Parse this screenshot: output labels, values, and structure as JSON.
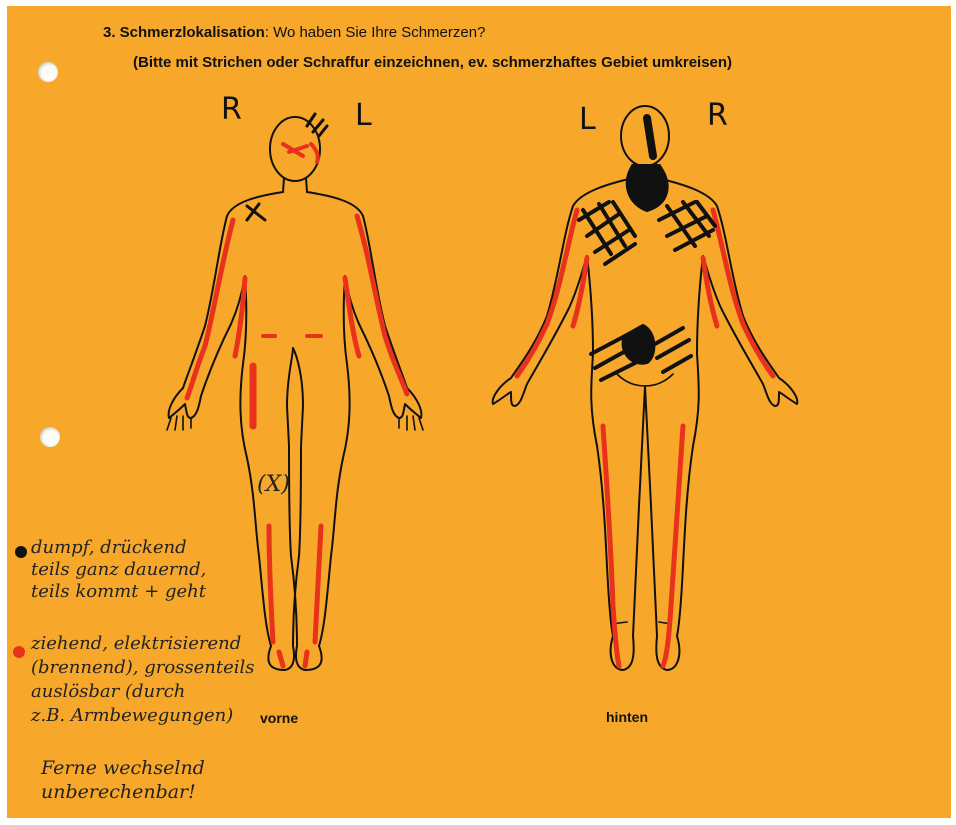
{
  "heading": {
    "number": "3. Schmerzlokalisation",
    "question": ": Wo haben Sie Ihre Schmerzen?",
    "instruction": "(Bitte mit Strichen oder Schraffur einzeichnen, ev. schmerzhaftes Gebiet umkreisen)"
  },
  "figures": {
    "front": {
      "caption": "vorne",
      "side_left": "R",
      "side_right": "L",
      "knee_mark": "(X)"
    },
    "back": {
      "caption": "hinten",
      "side_left": "L",
      "side_right": "R"
    }
  },
  "legend": {
    "dark": {
      "color": "#111111",
      "lines": [
        "dumpf, drückend",
        "teils ganz dauernd,",
        "teils kommt + geht"
      ]
    },
    "red": {
      "color": "#e8321b",
      "lines": [
        "ziehend, elektrisierend",
        "(brennend), grossenteils",
        "auslösbar (durch",
        "z.B. Armbewegungen)"
      ]
    }
  },
  "note": {
    "lines": [
      "Ferne wechselnd",
      "unberechenbar!"
    ]
  },
  "colors": {
    "paper": "#f7a82b",
    "ink": "#111111",
    "red": "#e8321b"
  }
}
